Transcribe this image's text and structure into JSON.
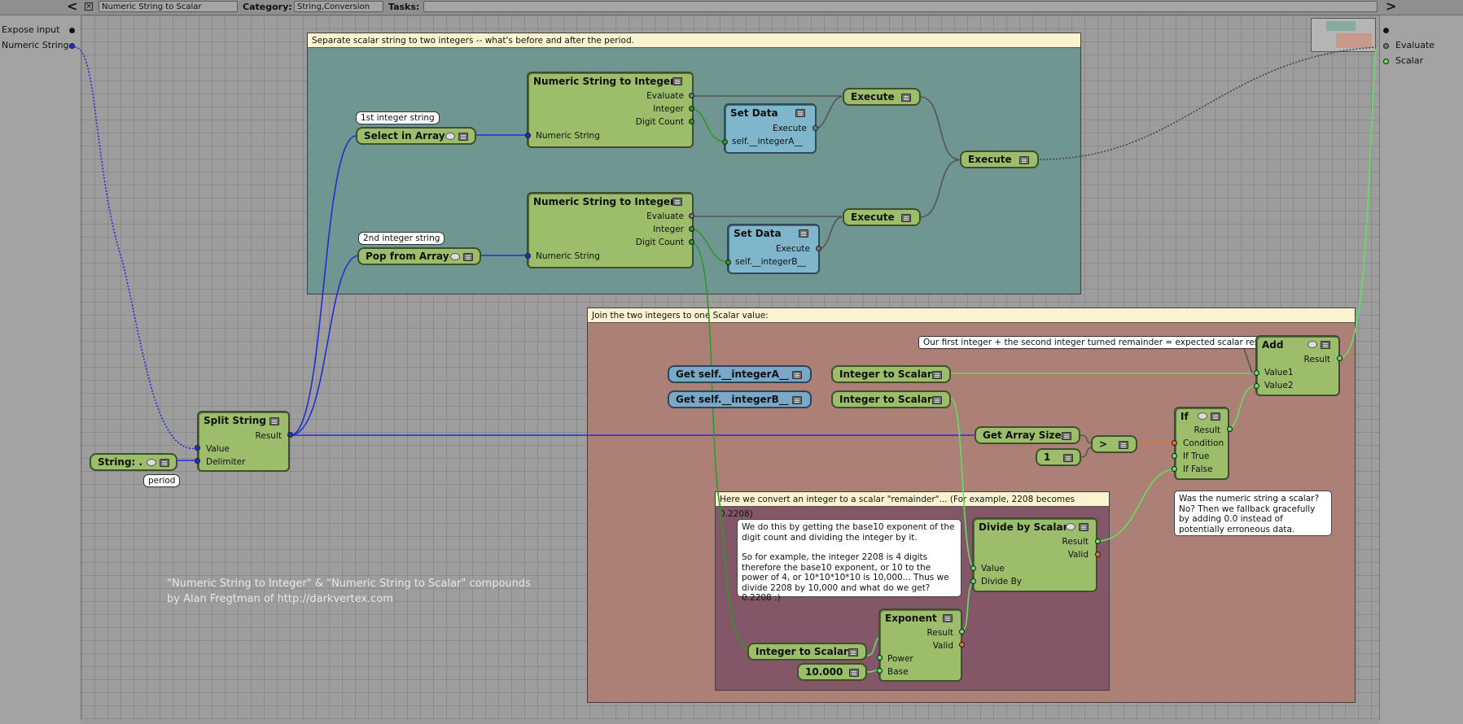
{
  "topbar": {
    "left_arrow": "<",
    "right_arrow": ">",
    "compound_name": "Numeric String to Scalar",
    "category_label": "Category:",
    "category_value": "String,Conversion",
    "tasks_label": "Tasks:",
    "tasks_value": ""
  },
  "inputs": {
    "expose_label": "Expose input",
    "port_label": "Numeric String"
  },
  "outputs": {
    "evaluate_label": "Evaluate",
    "scalar_label": "Scalar"
  },
  "frames": {
    "top": "Separate scalar string to two integers -- what's before and after the period.",
    "join": "Join the two integers to one Scalar value:",
    "remainder": "Here we convert an integer to a scalar \"remainder\"... (For example, 2208 becomes 0.2208)"
  },
  "nodes": {
    "nsi_a": {
      "title": "Numeric String to Integer",
      "evaluate": "Evaluate",
      "integer": "Integer",
      "digit_count": "Digit Count",
      "numeric_string": "Numeric String"
    },
    "nsi_b": {
      "title": "Numeric String to Integer",
      "evaluate": "Evaluate",
      "integer": "Integer",
      "digit_count": "Digit Count",
      "numeric_string": "Numeric String"
    },
    "select_in_array": {
      "title": "Select in Array",
      "tag": "1st integer string"
    },
    "pop_from_array": {
      "title": "Pop from Array",
      "tag": "2nd integer string"
    },
    "set_data_a": {
      "title": "Set Data",
      "execute": "Execute",
      "port": "self.__integerA__"
    },
    "set_data_b": {
      "title": "Set Data",
      "execute": "Execute",
      "port": "self.__integerB__"
    },
    "execute_a": {
      "title": "Execute"
    },
    "execute_b": {
      "title": "Execute"
    },
    "execute_main": {
      "title": "Execute"
    },
    "split_string": {
      "title": "Split String",
      "result": "Result",
      "value": "Value",
      "delimiter": "Delimiter"
    },
    "string_const": {
      "title": "String: .",
      "tag": "period"
    },
    "get_a": {
      "title": "Get self.__integerA__"
    },
    "get_b": {
      "title": "Get self.__integerB__"
    },
    "its_a": {
      "title": "Integer to Scalar"
    },
    "its_b": {
      "title": "Integer to Scalar"
    },
    "its_c": {
      "title": "Integer to Scalar"
    },
    "add": {
      "title": "Add",
      "result": "Result",
      "value1": "Value1",
      "value2": "Value2"
    },
    "get_array_size": {
      "title": "Get Array Size"
    },
    "greater": {
      "title": ">"
    },
    "one_const": {
      "title": "1"
    },
    "if_node": {
      "title": "If",
      "result": "Result",
      "condition": "Condition",
      "if_true": "If True",
      "if_false": "If False"
    },
    "divide": {
      "title": "Divide by Scalar",
      "result": "Result",
      "valid": "Valid",
      "value": "Value",
      "divide_by": "Divide By"
    },
    "exponent": {
      "title": "Exponent",
      "result": "Result",
      "valid": "Valid",
      "power": "Power",
      "base": "Base"
    },
    "ten_const": {
      "title": "10.000"
    }
  },
  "notes": {
    "add_comment": "Our first integer + the second integer turned remainder = expected scalar result",
    "fallback": "Was the numeric string a scalar? No? Then we fallback gracefully by adding 0.0 instead of potentially erroneous data.",
    "explain_1": "We do this by getting the base10 exponent of the digit count and dividing the integer by it.",
    "explain_2": "So for example, the integer 2208 is 4 digits therefore the base10 exponent, or 10 to the power of 4, or 10*10*10*10 is 10,000... Thus we divide 2208 by 10,000 and what do we get? 0.2208 :)"
  },
  "credit": {
    "line1": "\"Numeric String to Integer\" & \"Numeric String to Scalar\" compounds",
    "line2": "by Alan Fregtman of http://darkvertex.com"
  },
  "colors": {
    "canvas": "#9d9d9d",
    "node_green": "#9cbe6a",
    "node_blue": "#7fb6cc",
    "frame_teal": "#6f9690",
    "frame_salmon": "#ad8077",
    "frame_plum": "#835768",
    "wire_blue": "#1f2fd6",
    "wire_green": "#2a9a2a",
    "wire_lightgreen": "#62e062",
    "wire_gray": "#555555",
    "wire_orange": "#e07820"
  }
}
